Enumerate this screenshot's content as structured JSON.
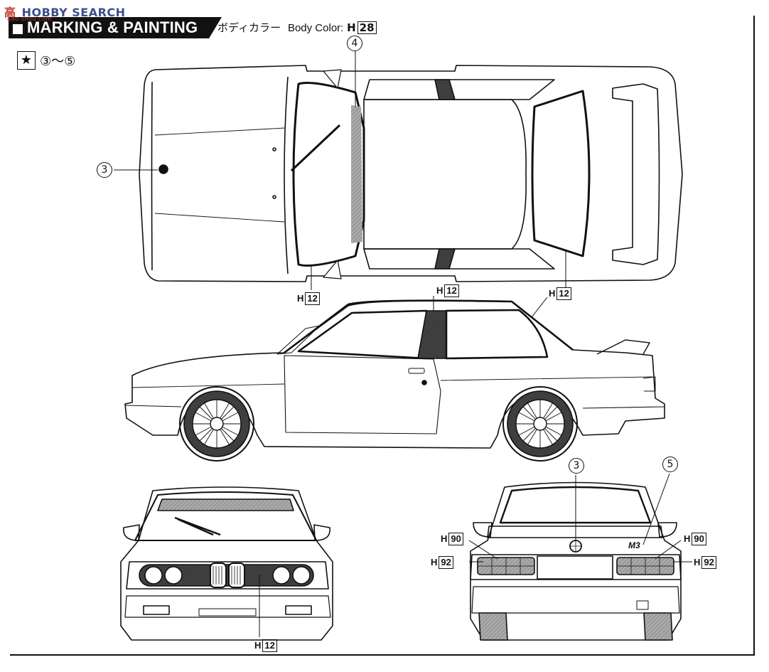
{
  "watermark": {
    "cn": "高",
    "text": "HOBBY SEARCH",
    "url": "gao-shou.com"
  },
  "header": {
    "title": "MARKING & PAINTING",
    "body_color_jp": "ボディカラー",
    "body_color_en": "Body Color:",
    "body_color_code_prefix": "H",
    "body_color_code": "28"
  },
  "decal_note": {
    "range": "③～⑤"
  },
  "callouts": {
    "top_view_decal": "3",
    "top_view_windshield": "4",
    "top_view_trim_prefix": "H",
    "top_view_trim_code": "12",
    "top_view_rear_trim_prefix": "H",
    "top_view_rear_trim_code": "12",
    "side_pillar_prefix": "H",
    "side_pillar_code": "12",
    "side_window_prefix": "H",
    "side_window_code": "12",
    "front_grille_prefix": "H",
    "front_grille_code": "12",
    "rear_emblem": "3",
    "rear_badge": "5",
    "rear_left_upper_prefix": "H",
    "rear_left_upper_code": "90",
    "rear_left_lower_prefix": "H",
    "rear_left_lower_code": "92",
    "rear_right_upper_prefix": "H",
    "rear_right_upper_code": "90",
    "rear_right_lower_prefix": "H",
    "rear_right_lower_code": "92"
  },
  "badge_text": "M3",
  "colors": {
    "ink": "#111111",
    "glass_tint": "#9a9a9a",
    "light_tint": "#c8c8c8"
  }
}
